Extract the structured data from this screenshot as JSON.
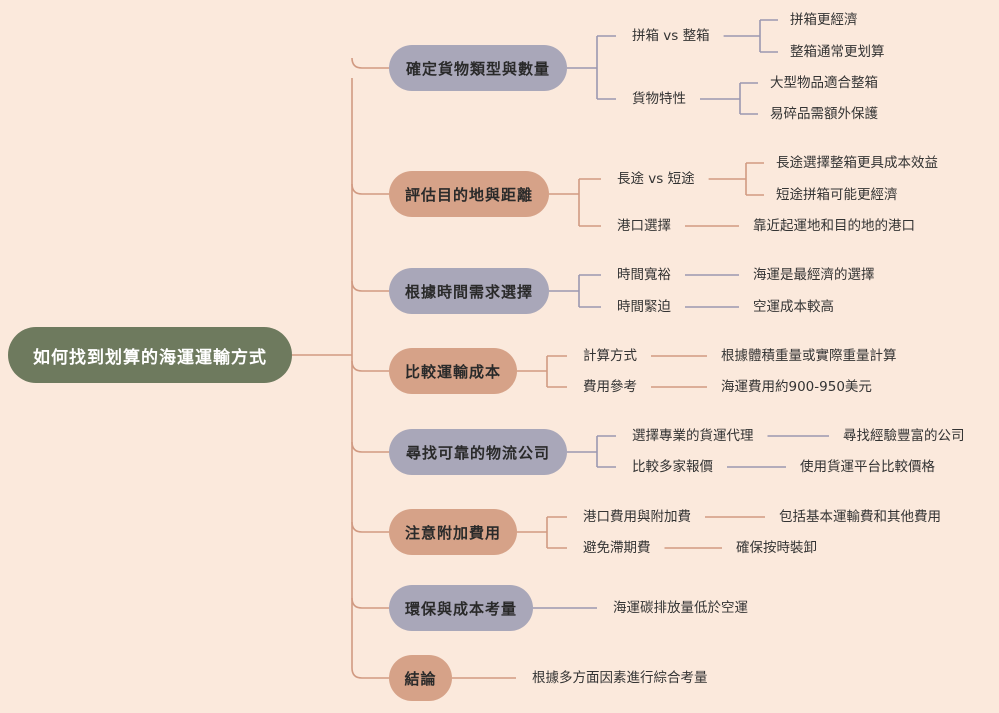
{
  "root": "如何找到划算的海運運輸方式",
  "colors": {
    "background": "#fbe9dc",
    "root": "#6e7a5e",
    "pill_gray": "#a9a7b9",
    "pill_tan": "#d6a288",
    "line_gray": "#9b97b0",
    "line_tan": "#d19a82"
  },
  "branches": [
    {
      "label": "確定貨物類型與數量",
      "tone": "gray",
      "children": [
        {
          "label": "拼箱 vs 整箱",
          "children": [
            "拼箱更經濟",
            "整箱通常更划算"
          ]
        },
        {
          "label": "貨物特性",
          "children": [
            "大型物品適合整箱",
            "易碎品需額外保護"
          ]
        }
      ]
    },
    {
      "label": "評估目的地與距離",
      "tone": "tan",
      "children": [
        {
          "label": "長途 vs 短途",
          "children": [
            "長途選擇整箱更具成本效益",
            "短途拼箱可能更經濟"
          ]
        },
        {
          "label": "港口選擇",
          "children": [
            "靠近起運地和目的地的港口"
          ]
        }
      ]
    },
    {
      "label": "根據時間需求選擇",
      "tone": "gray",
      "children": [
        {
          "label": "時間寬裕",
          "children": [
            "海運是最經濟的選擇"
          ]
        },
        {
          "label": "時間緊迫",
          "children": [
            "空運成本較高"
          ]
        }
      ]
    },
    {
      "label": "比較運輸成本",
      "tone": "tan",
      "children": [
        {
          "label": "計算方式",
          "children": [
            "根據體積重量或實際重量計算"
          ]
        },
        {
          "label": "費用參考",
          "children": [
            "海運費用約900-950美元"
          ]
        }
      ]
    },
    {
      "label": "尋找可靠的物流公司",
      "tone": "gray",
      "children": [
        {
          "label": "選擇專業的貨運代理",
          "children": [
            "尋找經驗豐富的公司"
          ]
        },
        {
          "label": "比較多家報價",
          "children": [
            "使用貨運平台比較價格"
          ]
        }
      ]
    },
    {
      "label": "注意附加費用",
      "tone": "tan",
      "children": [
        {
          "label": "港口費用與附加費",
          "children": [
            "包括基本運輸費和其他費用"
          ]
        },
        {
          "label": "避免滯期費",
          "children": [
            "確保按時裝卸"
          ]
        }
      ]
    },
    {
      "label": "環保與成本考量",
      "tone": "gray",
      "children": [
        {
          "label": "海運碳排放量低於空運",
          "children": []
        }
      ]
    },
    {
      "label": "結論",
      "tone": "tan",
      "children": [
        {
          "label": "根據多方面因素進行綜合考量",
          "children": []
        }
      ]
    }
  ]
}
